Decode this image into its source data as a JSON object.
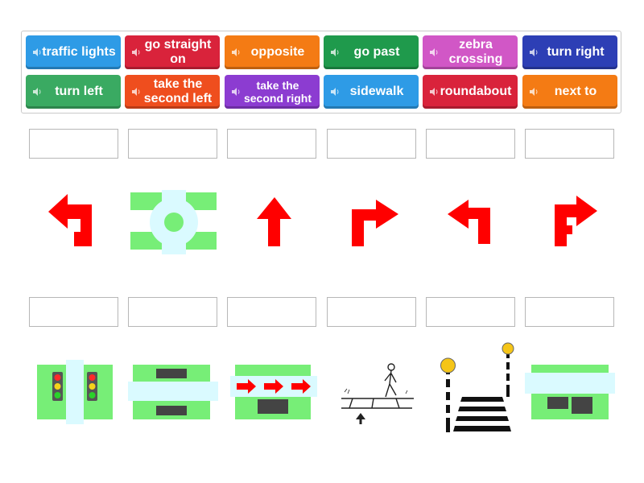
{
  "tiles": [
    {
      "label": "traffic lights",
      "color": "#2e9be6"
    },
    {
      "label": "go straight on",
      "color": "#d9233b"
    },
    {
      "label": "opposite",
      "color": "#f47b14"
    },
    {
      "label": "go past",
      "color": "#1f9a4c"
    },
    {
      "label": "zebra crossing",
      "color": "#d157c6"
    },
    {
      "label": "turn right",
      "color": "#2d3fb5"
    },
    {
      "label": "turn left",
      "color": "#3aaa62"
    },
    {
      "label": "take the second left",
      "color": "#ef4e1e"
    },
    {
      "label": "take the second right",
      "color": "#8c3cd1"
    },
    {
      "label": "sidewalk",
      "color": "#2e9be6"
    },
    {
      "label": "roundabout",
      "color": "#d9233b"
    },
    {
      "label": "next to",
      "color": "#f47b14"
    }
  ],
  "pictures_row1": [
    {
      "icon": "second-left-arrow-icon"
    },
    {
      "icon": "roundabout-icon"
    },
    {
      "icon": "straight-arrow-icon"
    },
    {
      "icon": "turn-right-arrow-icon"
    },
    {
      "icon": "turn-left-arrow-icon"
    },
    {
      "icon": "second-right-arrow-icon"
    }
  ],
  "pictures_row2": [
    {
      "icon": "traffic-lights-icon"
    },
    {
      "icon": "opposite-buildings-icon"
    },
    {
      "icon": "go-past-icon"
    },
    {
      "icon": "sidewalk-pedestrian-icon"
    },
    {
      "icon": "zebra-crossing-icon"
    },
    {
      "icon": "next-to-buildings-icon"
    }
  ],
  "colors": {
    "arrow": "#ff0000",
    "green": "#77ee77",
    "road": "#dafaff",
    "building": "#444444"
  }
}
